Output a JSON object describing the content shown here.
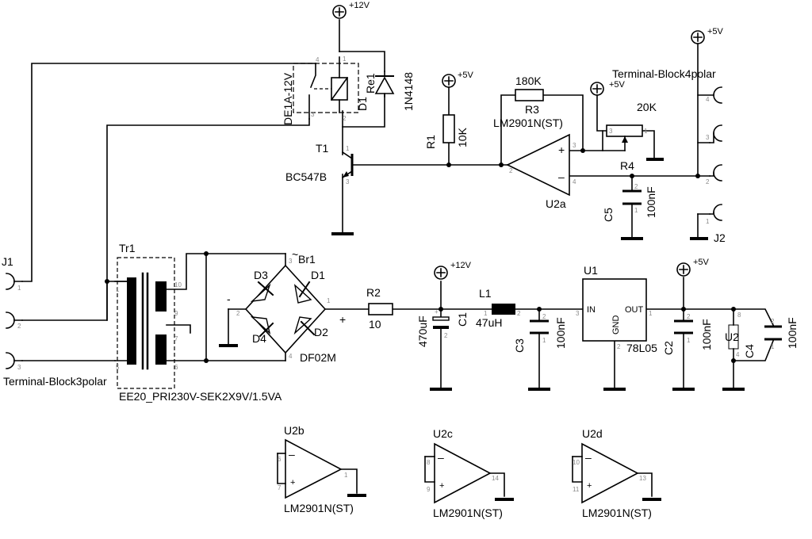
{
  "power": {
    "p12_top": "+12V",
    "p12_c1": "+12V",
    "p5_r1": "+5V",
    "p5_r4": "+5V",
    "p5_j2": "+5V",
    "p5_u1": "+5V"
  },
  "components": {
    "relay_name": "Re1",
    "relay_value": "DE1A-12V",
    "d1_name": "D1",
    "d1_value": "1N4148",
    "t1_name": "T1",
    "t1_value": "BC547B",
    "r1_name": "R1",
    "r1_value": "10K",
    "r3_name": "R3",
    "r3_value": "180K",
    "r4_name": "R4",
    "r4_value": "20K",
    "c5_name": "C5",
    "c5_value": "100nF",
    "u2a_name": "U2a",
    "u2a_value": "LM2901N(ST)",
    "j2_name": "J2",
    "j2_value": "Terminal-Block4polar",
    "j1_name": "J1",
    "j1_value": "Terminal-Block3polar",
    "tr1_name": "Tr1",
    "tr1_value": "EE20_PRI230V-SEK2X9V/1.5VA",
    "br1_name": "Br1",
    "br1_value": "DF02M",
    "br_d1": "D1",
    "br_d2": "D2",
    "br_d3": "D3",
    "br_d4": "D4",
    "br_minus": "-",
    "br_plus": "+",
    "br_tilde": "~",
    "r2_name": "R2",
    "r2_value": "10",
    "c1_name": "C1",
    "c1_value": "470uF",
    "l1_name": "L1",
    "l1_value": "47uH",
    "c3_name": "C3",
    "c3_value": "100nF",
    "u1_name": "U1",
    "u1_value": "78L05",
    "u1_in": "IN",
    "u1_out": "OUT",
    "u1_gnd": "GND",
    "c2_name": "C2",
    "c2_value": "100nF",
    "u2_name": "U2",
    "c4_name": "C4",
    "c4_value": "100nF",
    "u2b_name": "U2b",
    "u2b_value": "LM2901N(ST)",
    "u2c_name": "U2c",
    "u2c_value": "LM2901N(ST)",
    "u2d_name": "U2d",
    "u2d_value": "LM2901N(ST)"
  }
}
